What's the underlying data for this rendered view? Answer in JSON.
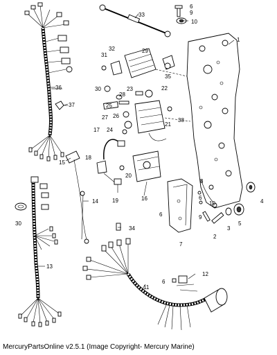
{
  "footer": {
    "text": "MercuryPartsOnline v2.5.1 (Image Copyright- Mercury Marine)"
  },
  "callouts": {
    "c1": "1",
    "c2": "2",
    "c3": "3",
    "c4": "4",
    "c5": "5",
    "c6a": "6",
    "c6b": "6",
    "c6c": "6",
    "c6d": "6",
    "c7": "7",
    "c8": "8",
    "c9a": "9",
    "c9b": "9",
    "c10a": "10",
    "c10b": "10",
    "c11": "11",
    "c12": "12",
    "c13": "13",
    "c14": "14",
    "c15": "15",
    "c16": "16",
    "c17": "17",
    "c18": "18",
    "c19": "19",
    "c20": "20",
    "c21": "21",
    "c22": "22",
    "c23": "23",
    "c24": "24",
    "c25": "25",
    "c26": "26",
    "c27": "27",
    "c28": "28",
    "c29": "29",
    "c30a": "30",
    "c30b": "30",
    "c31": "31",
    "c32": "32",
    "c33": "33",
    "c34": "34",
    "c35": "35",
    "c36": "36",
    "c37": "37",
    "c38": "38"
  }
}
